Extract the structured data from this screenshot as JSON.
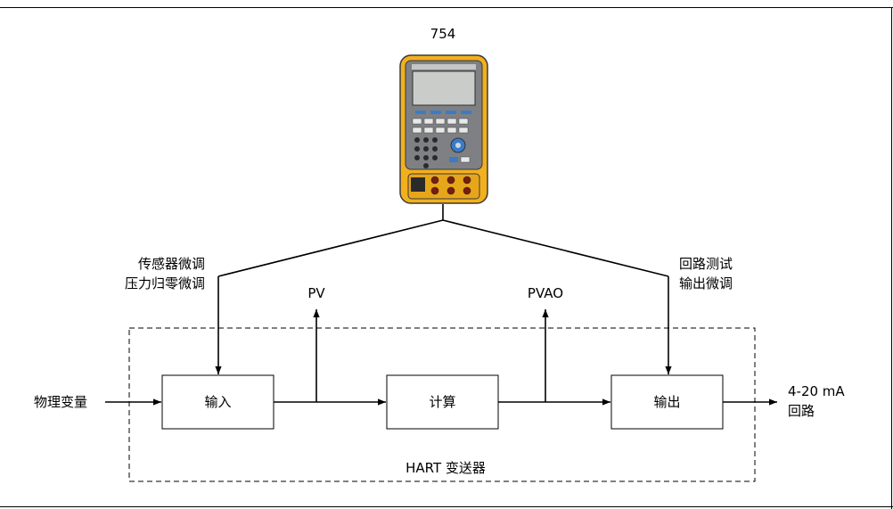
{
  "device": {
    "model": "754"
  },
  "blocks": {
    "input": "输入",
    "compute": "计算",
    "output": "输出"
  },
  "labels": {
    "sensor_trim_line1": "传感器微调",
    "sensor_trim_line2": "压力归零微调",
    "loop_test_line1": "回路测试",
    "loop_test_line2": "输出微调",
    "pv": "PV",
    "pvao": "PVAO",
    "physical_variable": "物理变量",
    "output_signal_line1": "4-20 mA",
    "output_signal_line2": "回路",
    "transmitter": "HART  变送器"
  },
  "colors": {
    "device_body": "#f2b01e",
    "device_face": "#7f8083",
    "device_screen": "#c9ccc8",
    "line": "#000000"
  }
}
